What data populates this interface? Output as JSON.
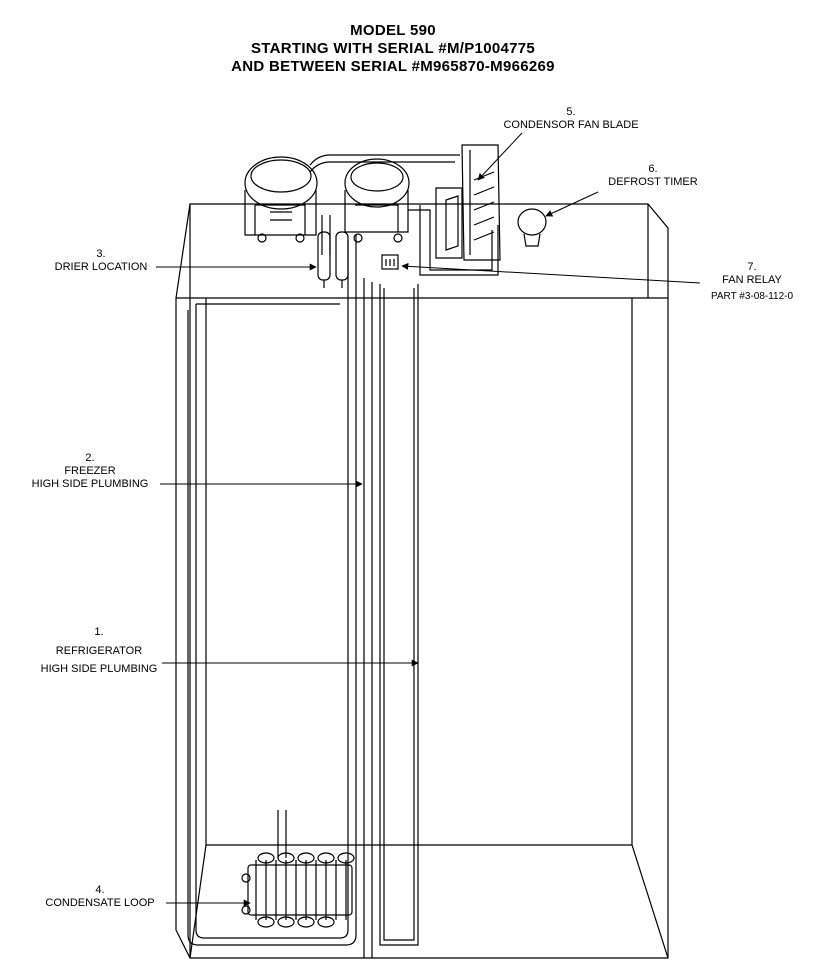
{
  "title": {
    "line1": "MODEL 590",
    "line2": "STARTING WITH SERIAL #M/P1004775",
    "line3": "AND BETWEEN SERIAL #M965870-M966269"
  },
  "callouts": {
    "c1": {
      "num": "1.",
      "line1": "REFRIGERATOR",
      "line2": "HIGH SIDE PLUMBING"
    },
    "c2": {
      "num": "2.",
      "line1": "FREEZER",
      "line2": "HIGH SIDE PLUMBING"
    },
    "c3": {
      "num": "3.",
      "line1": "DRIER LOCATION"
    },
    "c4": {
      "num": "4.",
      "line1": "CONDENSATE LOOP"
    },
    "c5": {
      "num": "5.",
      "line1": "CONDENSOR FAN BLADE"
    },
    "c6": {
      "num": "6.",
      "line1": "DEFROST TIMER"
    },
    "c7": {
      "num": "7.",
      "line1": "FAN RELAY",
      "line2": "PART #3-08-112-0"
    }
  },
  "colors": {
    "ink": "#000000",
    "paper": "#ffffff"
  }
}
